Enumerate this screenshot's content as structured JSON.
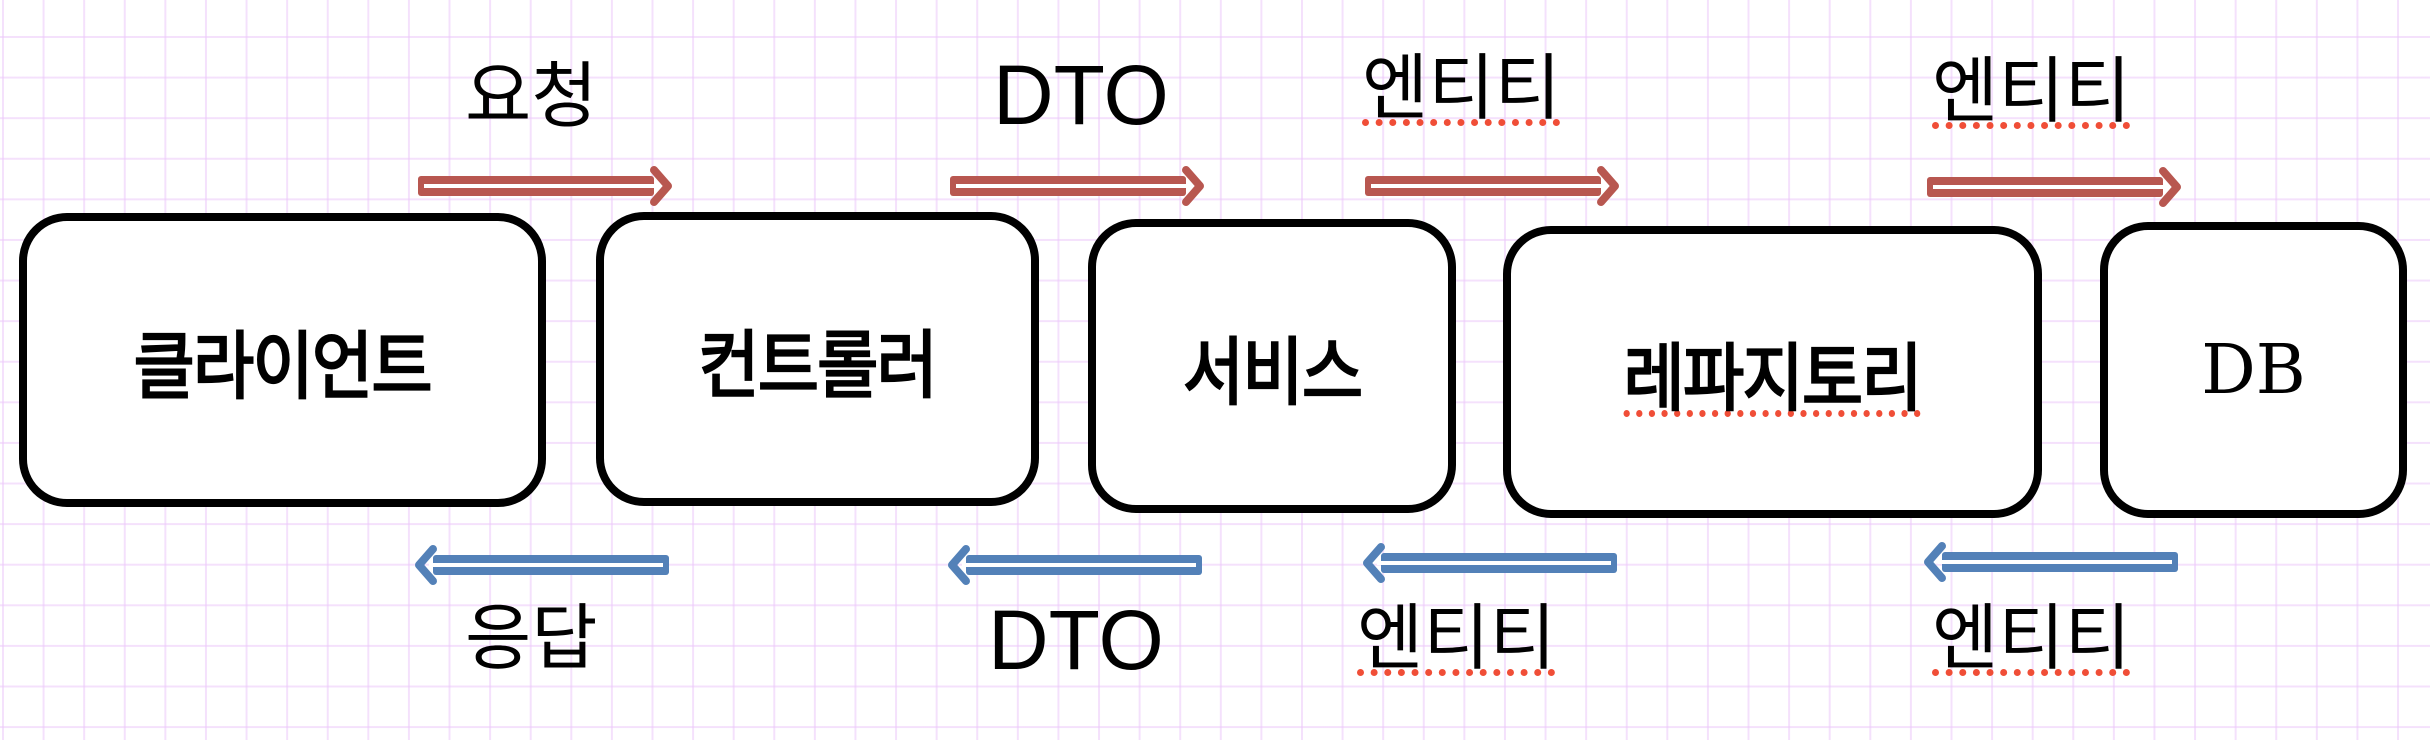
{
  "colors": {
    "request_arrow": "#b85750",
    "response_arrow": "#5381b8",
    "box_border": "#000000",
    "spellcheck_underline": "#f04e37",
    "grid": "#f0d8fb"
  },
  "boxes": [
    {
      "id": "client",
      "label": "클라이언트"
    },
    {
      "id": "controller",
      "label": "컨트롤러"
    },
    {
      "id": "service",
      "label": "서비스"
    },
    {
      "id": "repository",
      "label": "레파지토리"
    },
    {
      "id": "db",
      "label": "DB"
    }
  ],
  "request_flow": {
    "direction": "right",
    "labels": [
      "요청",
      "DTO",
      "엔티티",
      "엔티티"
    ]
  },
  "response_flow": {
    "direction": "left",
    "labels": [
      "응답",
      "DTO",
      "엔티티",
      "엔티티"
    ]
  }
}
